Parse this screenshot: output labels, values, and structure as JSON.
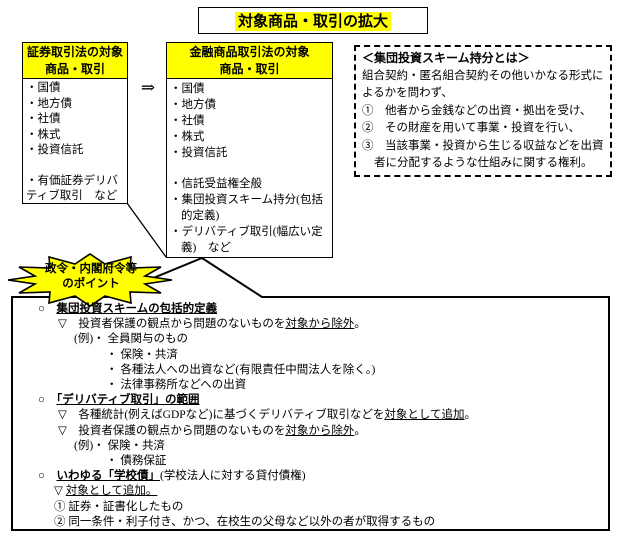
{
  "colors": {
    "highlight": "#ffff00",
    "line": "#000000"
  },
  "title": "対象商品・取引の拡大",
  "arrow": "⇒",
  "left_table": {
    "header": [
      "証券取引法の対象",
      "商品・取引"
    ],
    "items": [
      "・国債",
      "・地方債",
      "・社債",
      "・株式",
      "・投資信託",
      "",
      "・有価証券デリバティブ取引　など"
    ]
  },
  "right_table": {
    "header": [
      "金融商品取引法の対象",
      "商品・取引"
    ],
    "items": [
      "・国債",
      "・地方債",
      "・社債",
      "・株式",
      "・投資信託",
      "",
      "・信託受益権全般",
      "・集団投資スキーム持分(包括的定義)",
      "・デリバティブ取引(幅広い定義)　など"
    ]
  },
  "scheme_note": {
    "title": "＜集団投資スキーム持分とは＞",
    "lines": [
      {
        "cls": "intro",
        "seg": [
          {
            "t": "組合契約・匿名組合契約その他いかなる形式によるかを問わず、"
          }
        ]
      },
      {
        "seg": [
          {
            "t": "①　他者から金銭などの出資・拠出を受け、"
          }
        ]
      },
      {
        "seg": [
          {
            "t": "②　その財産を用いて事業・投資を行い、"
          }
        ]
      },
      {
        "seg": [
          {
            "t": "③　当該事業・投資から生じる収益などを出資者に分配するような仕組みに関する権利。"
          }
        ]
      }
    ]
  },
  "burst": {
    "line1": "政令・内閣府令等",
    "line2": "のポイント"
  },
  "points_box": {
    "lines": [
      {
        "ind": "i1",
        "seg": [
          {
            "t": "○　"
          },
          {
            "t": "集団投資スキームの包括的定義",
            "b": 1,
            "u": 1
          }
        ]
      },
      {
        "ind": "i2",
        "seg": [
          {
            "t": "▽　投資者保護の観点から問題のないものを"
          },
          {
            "t": "対象から除外",
            "u": 1
          },
          {
            "t": "。"
          }
        ]
      },
      {
        "ind": "i3",
        "seg": [
          {
            "t": "(例)・ 全員関与のもの"
          }
        ]
      },
      {
        "ind": "i4",
        "seg": [
          {
            "t": "・ 保険・共済"
          }
        ]
      },
      {
        "ind": "i4",
        "seg": [
          {
            "t": "・ 各種法人への出資など(有限責任中間法人を除く。)"
          }
        ]
      },
      {
        "ind": "i4",
        "seg": [
          {
            "t": "・ 法律事務所などへの出資"
          }
        ]
      },
      {
        "ind": "i1",
        "seg": [
          {
            "t": "○　"
          },
          {
            "t": "「デリバティブ取引」の範囲",
            "b": 1,
            "u": 1
          }
        ]
      },
      {
        "ind": "i2",
        "seg": [
          {
            "t": "▽　各種統計(例えばGDPなど)に基づくデリバティブ取引などを"
          },
          {
            "t": "対象として追加",
            "u": 1
          },
          {
            "t": "。"
          }
        ]
      },
      {
        "ind": "i2",
        "seg": [
          {
            "t": "▽　投資者保護の観点から問題のないものを"
          },
          {
            "t": "対象から除外",
            "u": 1
          },
          {
            "t": "。"
          }
        ]
      },
      {
        "ind": "i3",
        "seg": [
          {
            "t": "(例)・ 保険・共済"
          }
        ]
      },
      {
        "ind": "i4",
        "seg": [
          {
            "t": "・ 債務保証"
          }
        ]
      },
      {
        "ind": "i1",
        "seg": [
          {
            "t": "○　"
          },
          {
            "t": "いわゆる「学校債」",
            "b": 1,
            "u": 1
          },
          {
            "t": "(学校法人に対する貸付債権)"
          }
        ]
      },
      {
        "ind": "i5",
        "seg": [
          {
            "t": "▽ "
          },
          {
            "t": "対象として追加。",
            "u": 1
          }
        ]
      },
      {
        "ind": "i5",
        "seg": [
          {
            "t": "① 証券・証書化したもの"
          }
        ]
      },
      {
        "ind": "i5",
        "seg": [
          {
            "t": "② 同一条件・利子付き、かつ、在校生の父母など以外の者が取得するもの"
          }
        ]
      }
    ]
  }
}
